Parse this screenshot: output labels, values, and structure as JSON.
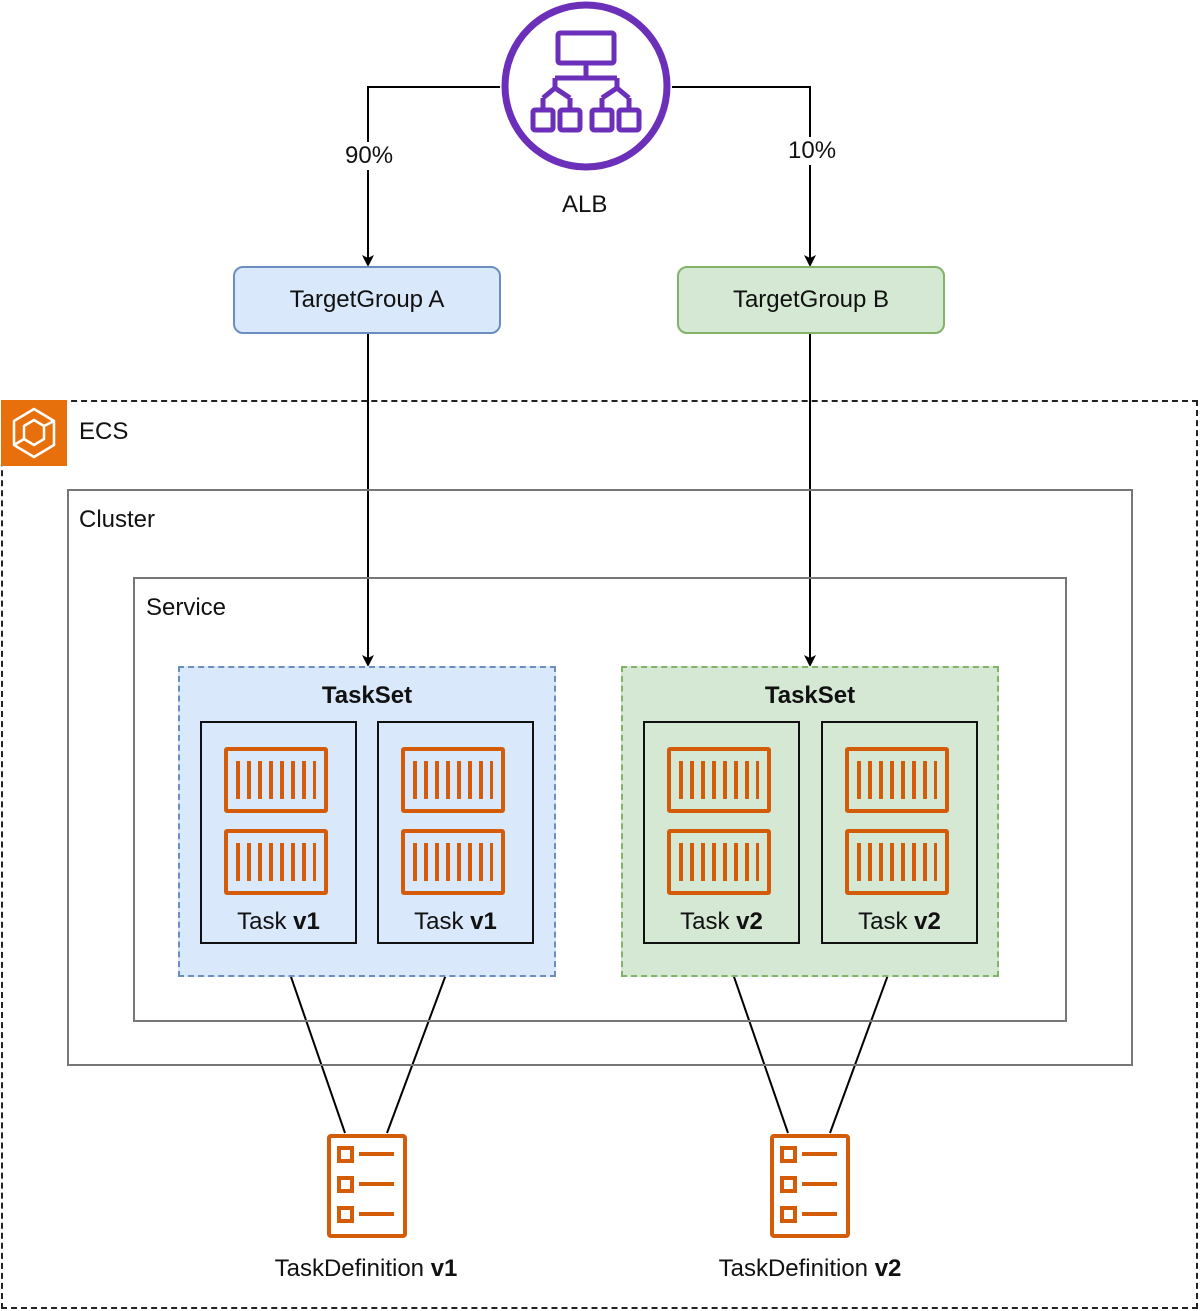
{
  "alb": {
    "label": "ALB",
    "icon": "load-balancer-icon",
    "color": "#6b2fba"
  },
  "routes": [
    {
      "weight": "90%"
    },
    {
      "weight": "10%"
    }
  ],
  "target_groups": [
    {
      "label": "TargetGroup A"
    },
    {
      "label": "TargetGroup B"
    }
  ],
  "ecs": {
    "label": "ECS",
    "icon": "ecs-icon",
    "icon_color": "#e8700c"
  },
  "cluster": {
    "label": "Cluster"
  },
  "service": {
    "label": "Service"
  },
  "tasksets": [
    {
      "title": "TaskSet",
      "tasks": [
        {
          "prefix": "Task ",
          "version": "v1"
        },
        {
          "prefix": "Task ",
          "version": "v1"
        }
      ]
    },
    {
      "title": "TaskSet",
      "tasks": [
        {
          "prefix": "Task ",
          "version": "v2"
        },
        {
          "prefix": "Task ",
          "version": "v2"
        }
      ]
    }
  ],
  "task_definitions": [
    {
      "prefix": "TaskDefinition ",
      "version": "v1"
    },
    {
      "prefix": "TaskDefinition ",
      "version": "v2"
    }
  ],
  "colors": {
    "taskset_a_fill": "#dae8fc",
    "taskset_b_fill": "#d5e8d4",
    "container_orange": "#d45b07"
  }
}
